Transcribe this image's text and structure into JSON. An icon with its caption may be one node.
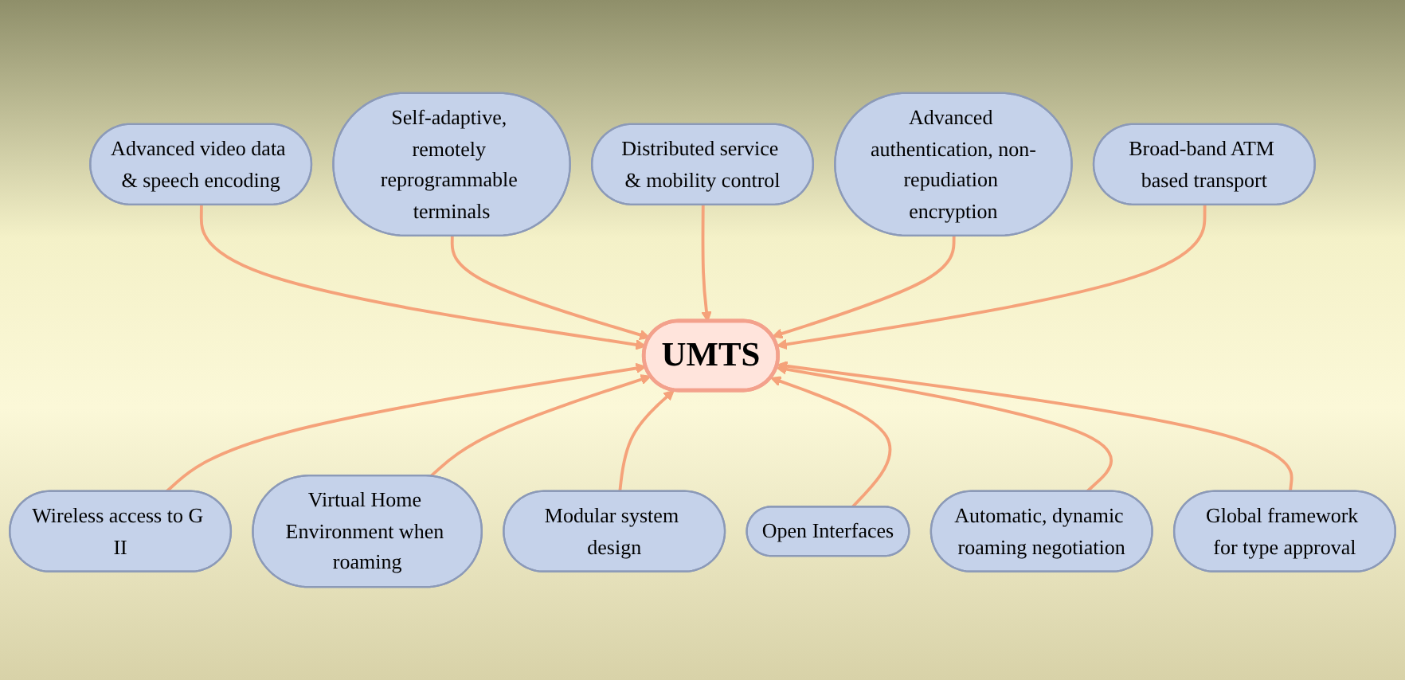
{
  "diagram": {
    "nodes": [
      {
        "text": [
          "Advanced video data & speech encoding"
        ]
      },
      {
        "text": [
          "Self-adaptive, remotely reprogrammable terminals"
        ]
      },
      {
        "text": [
          "Distributed service & mobility control"
        ]
      },
      {
        "text": [
          "Advanced authentication, non-repudiation encryption"
        ]
      },
      {
        "text": [
          "Broad-band ATM based transport"
        ]
      },
      {
        "text": [
          "UMTS"
        ]
      },
      {
        "text": [
          "Wireless access to G II"
        ]
      },
      {
        "text": [
          "Modular system design"
        ]
      },
      {
        "text": [
          "Open Interfaces"
        ]
      },
      {
        "text": [
          "Automatic, dynamic roaming negotiation"
        ]
      },
      {
        "text": [
          "Global framework for type approval"
        ]
      },
      {
        "text": [
          "Virtual Home Environment when roaming"
        ]
      }
    ],
    "edges": [
      {
        "from": 0,
        "to": 5,
        "arrow": "to"
      },
      {
        "from": 1,
        "to": 5,
        "arrow": "to"
      },
      {
        "from": 2,
        "to": 5,
        "arrow": "to"
      },
      {
        "from": 3,
        "to": 5,
        "arrow": "to"
      },
      {
        "from": 4,
        "to": 5,
        "arrow": "to"
      },
      {
        "from": 6,
        "to": 5,
        "arrow": "to"
      },
      {
        "from": 11,
        "to": 5,
        "arrow": "to"
      },
      {
        "from": 7,
        "to": 5,
        "arrow": "to"
      },
      {
        "from": 8,
        "to": 5,
        "arrow": "to"
      },
      {
        "from": 9,
        "to": 5,
        "arrow": "to"
      },
      {
        "from": 10,
        "to": 5,
        "arrow": "to"
      }
    ]
  }
}
